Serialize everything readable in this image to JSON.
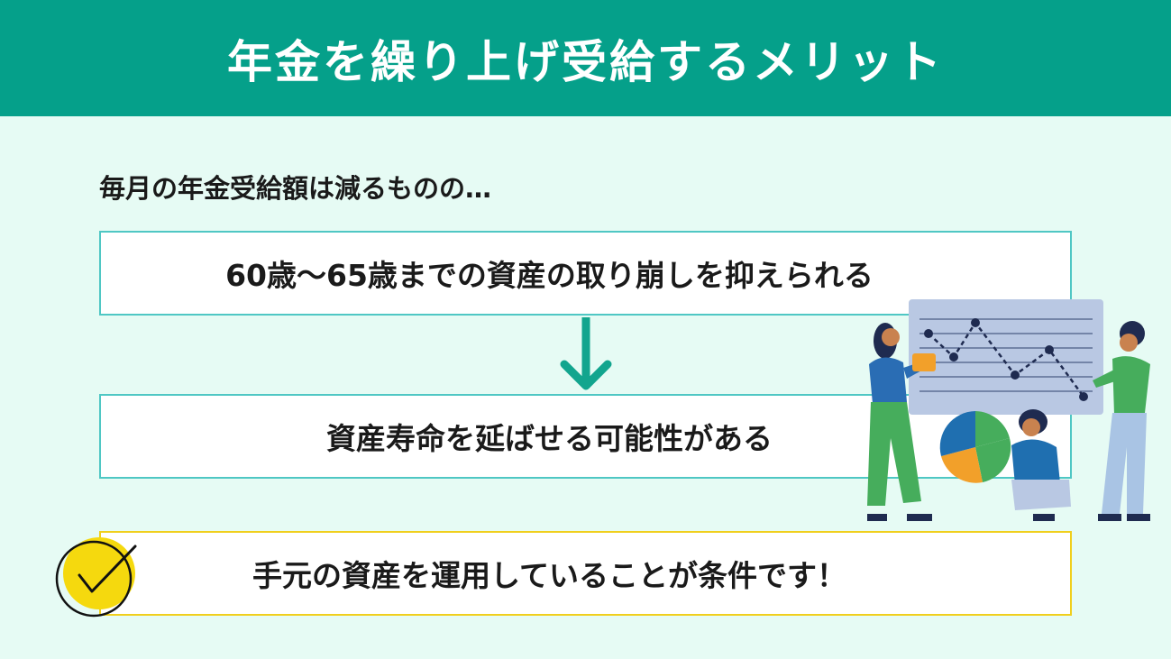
{
  "header": {
    "title": "年金を繰り上げ受給するメリット"
  },
  "intro": "毎月の年金受給額は減るものの…",
  "boxes": [
    {
      "text": "60歳〜65歳までの資産の取り崩しを抑えられる"
    },
    {
      "text": "資産寿命を延ばせる可能性がある"
    },
    {
      "text": "手元の資産を運用していることが条件です！"
    }
  ],
  "icons": {
    "arrow": "arrow-down-icon",
    "check": "checkmark-icon",
    "illustration": "business-team-chart-illustration"
  },
  "colors": {
    "header": "#05a08a",
    "background": "#e6fbf4",
    "box_border": "#4fc7c4",
    "highlight_border": "#f0cf1d",
    "check_circle": "#f5d90e"
  }
}
